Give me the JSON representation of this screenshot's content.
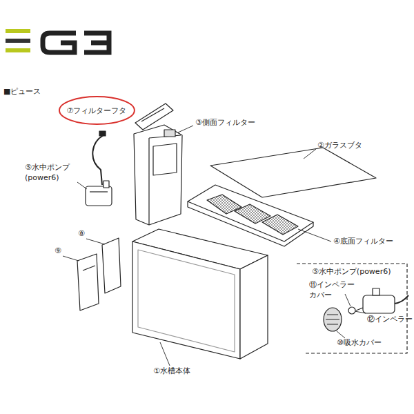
{
  "diagram": {
    "title": "■ピュース",
    "nodes": [
      {
        "text": [
          "⑦フィルターフタ"
        ]
      }
    ],
    "labels": [
      "⑤水中ポンプ (power6)",
      "③側面フィルター",
      "②ガラスブタ",
      "④底面フィルター",
      "⑧",
      "⑨",
      "①水槽本体",
      "⑤水中ポンプ(power6)",
      "⑪インペラー カバー",
      "⑫インペラー",
      "⑩吸水カバー"
    ]
  }
}
